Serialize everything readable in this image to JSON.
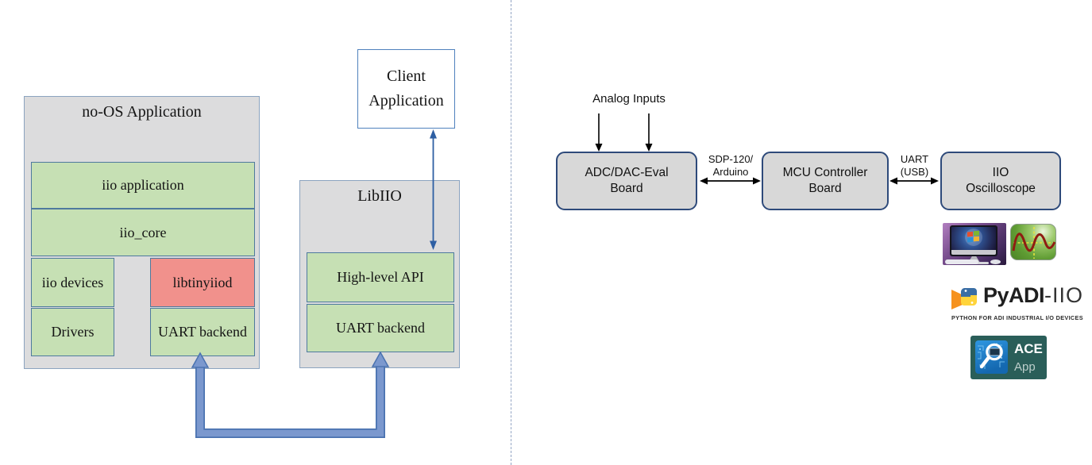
{
  "left": {
    "noos_title": "no-OS Application",
    "cells": {
      "iio_application": "iio application",
      "iio_core": "iio_core",
      "iio_devices": "iio devices",
      "libtinyiiod": "libtinyiiod",
      "drivers": "Drivers",
      "uart_backend": "UART backend"
    },
    "client": {
      "line1": "Client",
      "line2": "Application"
    },
    "libiio": {
      "title": "LibIIO",
      "high_level_api": "High-level API",
      "uart_backend": "UART backend"
    }
  },
  "right": {
    "analog_inputs": "Analog Inputs",
    "boards": [
      {
        "line1": "ADC/DAC-Eval",
        "line2": "Board"
      },
      {
        "line1": "MCU Controller",
        "line2": "Board"
      },
      {
        "line1": "IIO",
        "line2": "Oscilloscope"
      }
    ],
    "links": [
      {
        "line1": "SDP-120/",
        "line2": "Arduino"
      },
      {
        "line1": "UART",
        "line2": "(USB)"
      }
    ],
    "pyadi": {
      "title_bold": "PyADI",
      "title_light": "-IIO",
      "subtitle": "PYTHON FOR ADI INDUSTRIAL I/O DEVICES"
    },
    "ace": {
      "title": "ACE",
      "subtitle": "App"
    }
  },
  "icons": {
    "windows_pc": "windows-pc-icon",
    "oscilloscope": "oscilloscope-wave-icon",
    "python": "python-logo-icon",
    "ace_magnifier": "ace-magnifier-icon"
  },
  "colors": {
    "block_green": "#c6e0b4",
    "block_red": "#f1918c",
    "container_gray": "#dcdcdd",
    "board_gray": "#d8d8d8",
    "board_border_blue": "#2e4a7a",
    "connector_blue": "#7b98ce",
    "thin_arrow_blue": "#2e5fa3",
    "divider_blue": "#93a5c4",
    "ace_teal": "#2a5e59"
  }
}
